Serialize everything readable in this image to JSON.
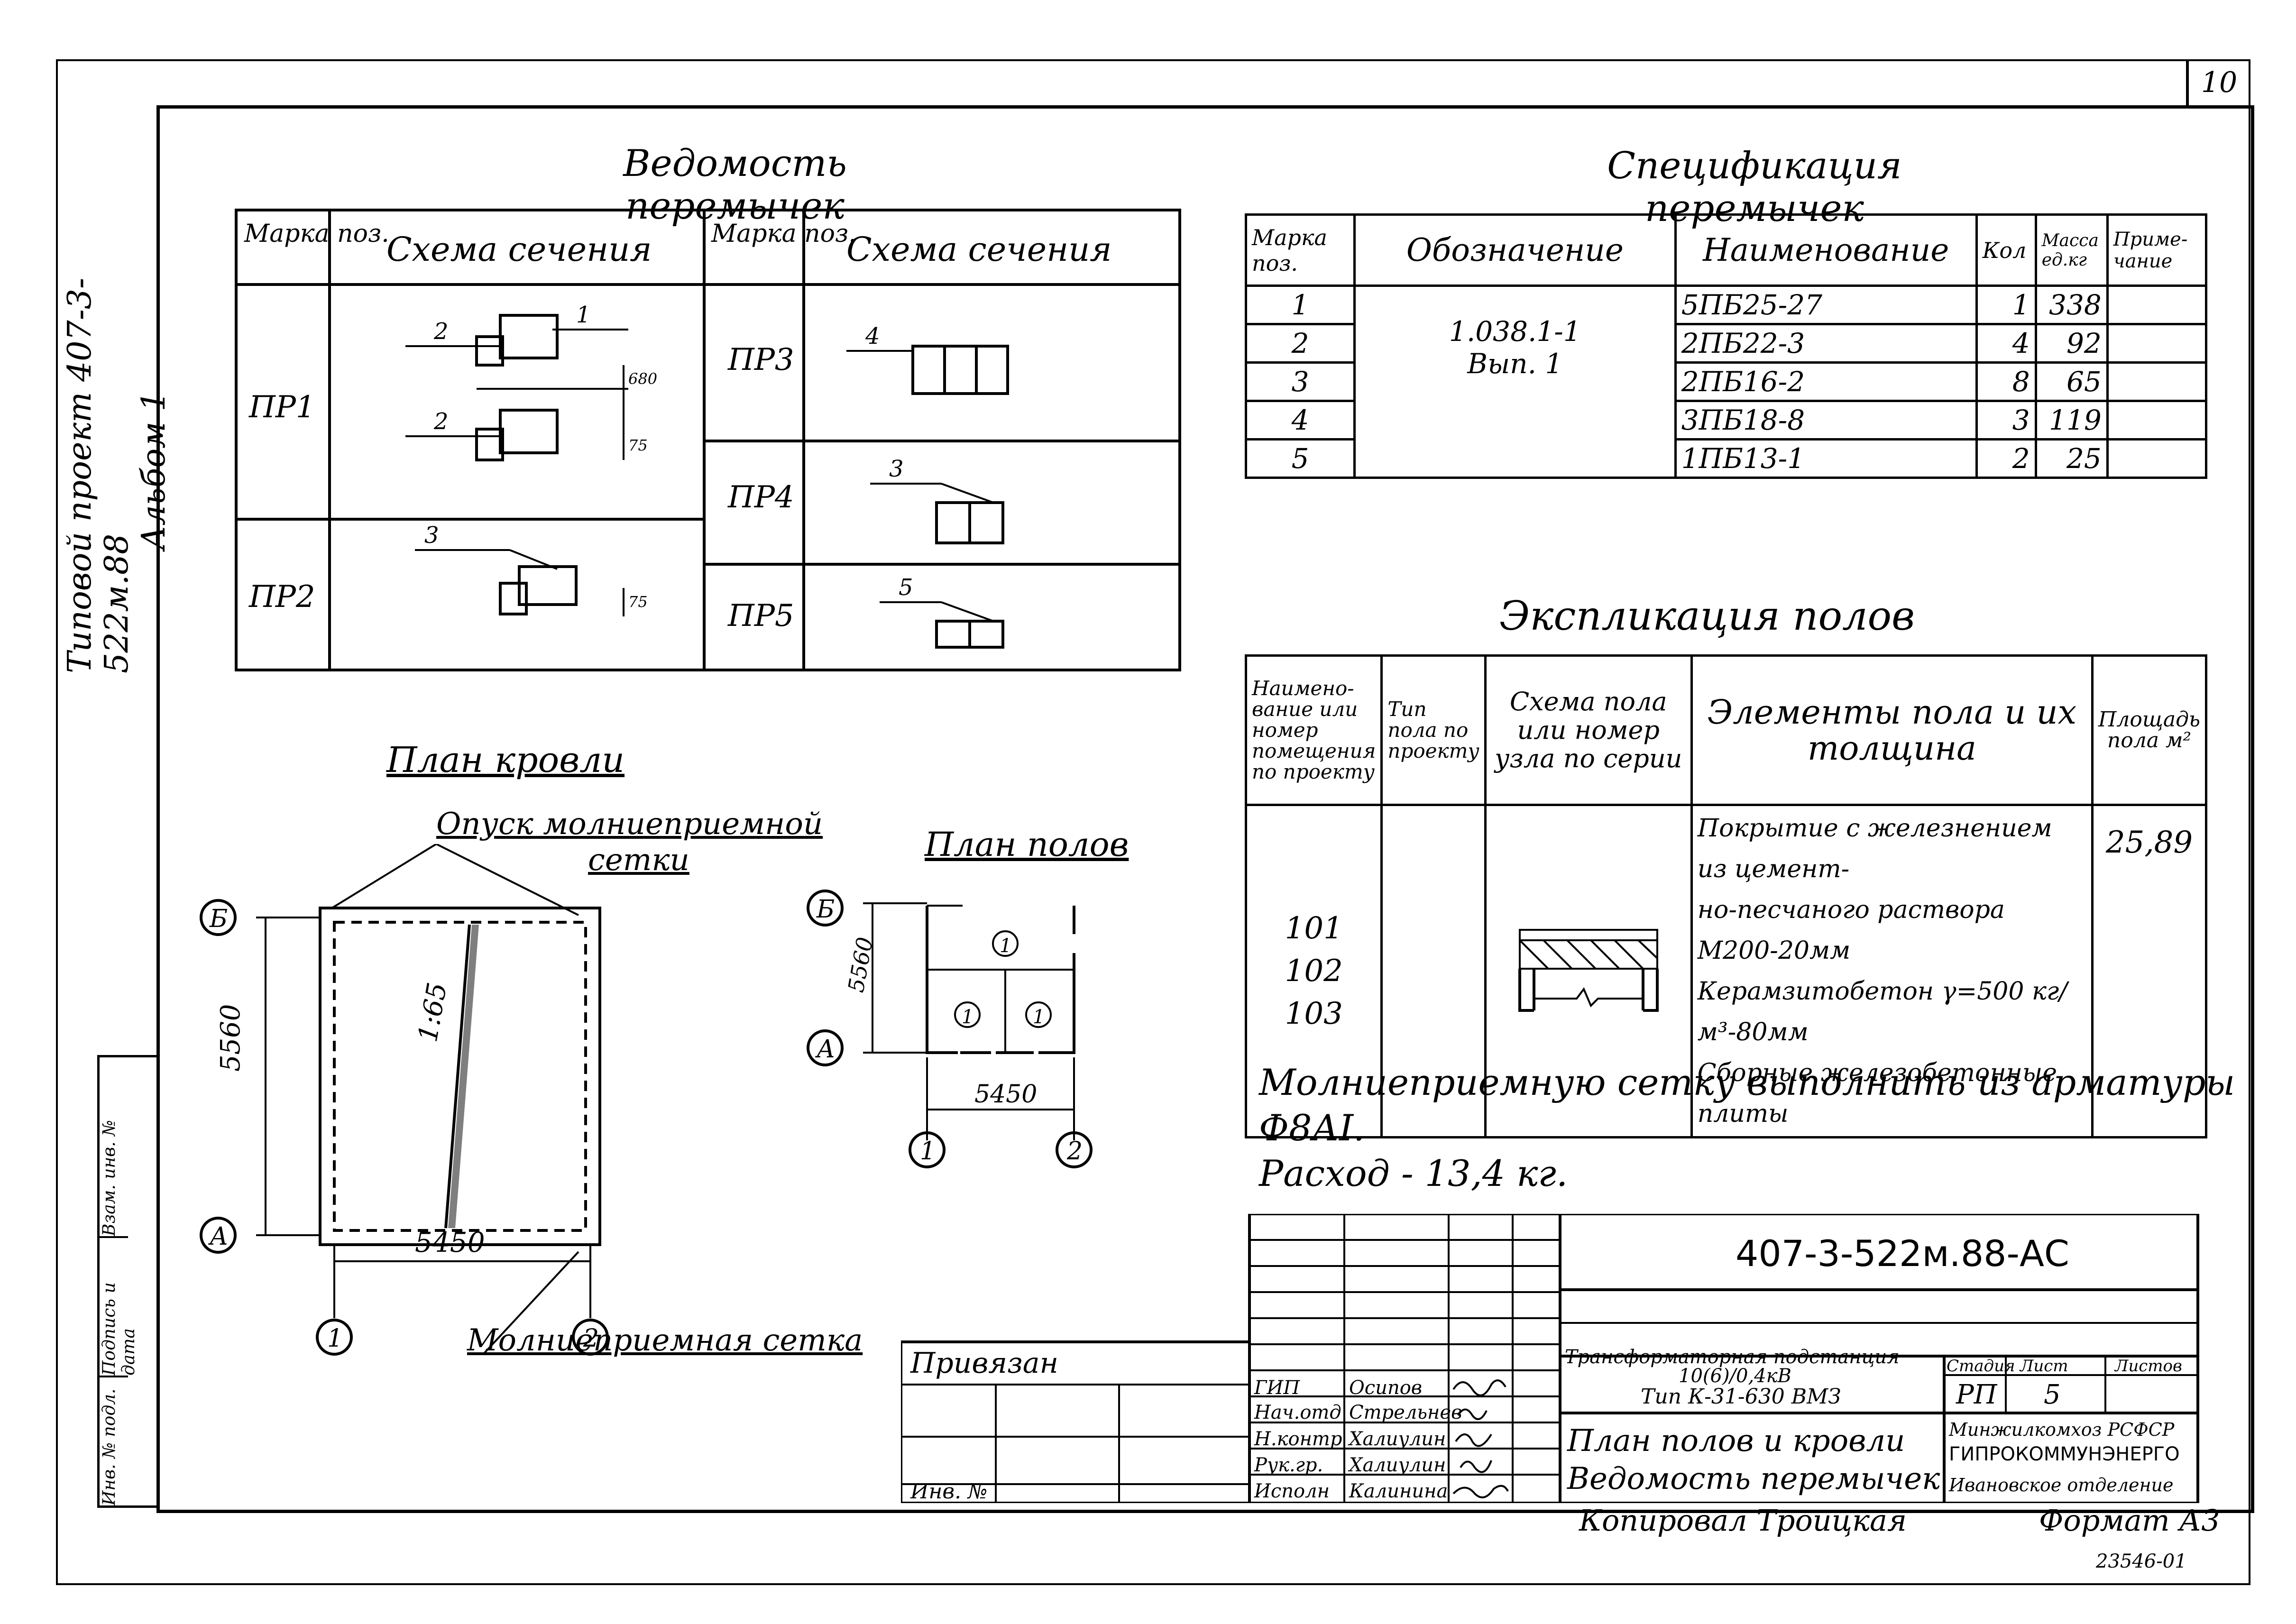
{
  "sheet_number": "10",
  "side_margin": {
    "line1": "Типовой  проект 407-3-522м.88",
    "line2": "Альбом 1"
  },
  "left_strip": [
    "Инв. № подл.",
    "Подпись и дата",
    "Взам. инв. №"
  ],
  "lintel_schedule": {
    "title": "Ведомость перемычек",
    "headers": [
      "Марка поз.",
      "Схема сечения",
      "Марка поз.",
      "Схема сечения"
    ],
    "left_rows": [
      {
        "mark": "ПР1",
        "labels": [
          "1",
          "2",
          "2"
        ],
        "dims": [
          "680",
          "75"
        ]
      },
      {
        "mark": "ПР2",
        "labels": [
          "3"
        ],
        "dims": [
          "75"
        ]
      }
    ],
    "right_rows": [
      {
        "mark": "ПР3",
        "labels": [
          "4"
        ]
      },
      {
        "mark": "ПР4",
        "labels": [
          "3"
        ]
      },
      {
        "mark": "ПР5",
        "labels": [
          "5"
        ]
      }
    ]
  },
  "lintel_spec": {
    "title": "Спецификация перемычек",
    "headers": [
      "Марка поз.",
      "Обозначение",
      "Наименование",
      "Кол",
      "Масса ед.кг",
      "Приме-чание"
    ],
    "designation": [
      "1.038.1-1",
      "Вып. 1"
    ],
    "rows": [
      {
        "pos": "1",
        "name": "5ПБ25-27",
        "qty": "1",
        "mass": "338"
      },
      {
        "pos": "2",
        "name": "2ПБ22-3",
        "qty": "4",
        "mass": "92"
      },
      {
        "pos": "3",
        "name": "2ПБ16-2",
        "qty": "8",
        "mass": "65"
      },
      {
        "pos": "4",
        "name": "3ПБ18-8",
        "qty": "3",
        "mass": "119"
      },
      {
        "pos": "5",
        "name": "1ПБ13-1",
        "qty": "2",
        "mass": "25"
      }
    ]
  },
  "floor_expl": {
    "title": "Экспликация полов",
    "headers": [
      "Наимено-вание или номер помещения по проекту",
      "Тип пола по проекту",
      "Схема пола или номер узла по серии",
      "Элементы пола и их толщина",
      "Площадь пола м²"
    ],
    "rooms": [
      "101",
      "102",
      "103"
    ],
    "elements": [
      "Покрытие с железнением из цемент-",
      "но-песчаного раствора М200-20мм",
      "Керамзитобетон γ=500 кг/м³-80мм",
      "Сборные железобетонные плиты"
    ],
    "area": "25,89"
  },
  "roof_plan": {
    "title": "План кровли",
    "callout_top_1": "Опуск молниеприемной",
    "callout_top_2": "сетки",
    "callout_bottom": "Молниеприемная сетка",
    "slope": "1:65",
    "dim_vertical": "5560",
    "dim_horizontal": "5450",
    "axes": [
      "Б",
      "А",
      "1",
      "2"
    ]
  },
  "floor_plan": {
    "title": "План полов",
    "dim_vertical": "5560",
    "dim_horizontal": "5450",
    "room_marker": "1",
    "axes": [
      "Б",
      "А",
      "1",
      "2"
    ]
  },
  "note": {
    "line1": "Молниеприемную сетку выполнить из арматуры Ф8АI.",
    "line2": "Расход - 13,4 кг."
  },
  "stamp": {
    "doc_code": "407-3-522м.88-АС",
    "attached": "Привязан",
    "inv": "Инв. №",
    "roles": [
      "ГИП",
      "Нач.отд",
      "Н.контр",
      "Рук.гр.",
      "Исполн"
    ],
    "names": [
      "Осипов",
      "Стрельнев",
      "Халиулин",
      "Халиулин",
      "Калинина"
    ],
    "project_1": "Трансформаторная подстанция",
    "project_2": "10(6)/0,4кВ",
    "project_3": "Тип К-31-630 ВМЗ",
    "sheet_title_1": "План полов и кровли",
    "sheet_title_2": "Ведомость перемычек",
    "stage_h": "Стадия",
    "sheet_h": "Лист",
    "sheets_h": "Листов",
    "stage": "РП",
    "sheet": "5",
    "org_1": "Минжилкомхоз РСФСР",
    "org_2": "ГИПРОКОММУНЭНЕРГО",
    "org_3": "Ивановское отделение"
  },
  "footer": {
    "copied": "Копировал Троицкая",
    "format": "Формат А3",
    "code": "23546-01"
  }
}
